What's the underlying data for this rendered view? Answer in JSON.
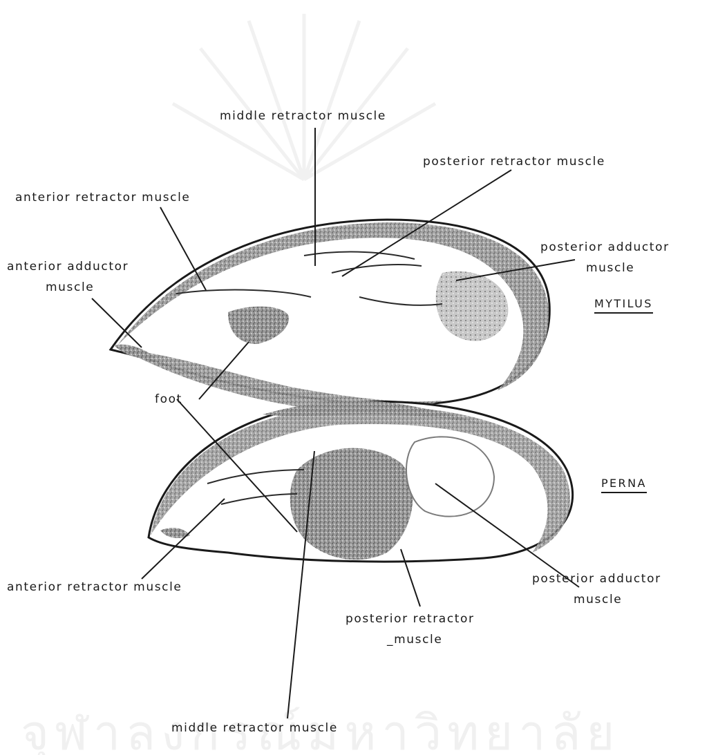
{
  "figure": {
    "species": {
      "upper": "MYTILUS",
      "lower": "PERNA"
    },
    "labels": {
      "mytilus_middle_retractor": "middle retractor muscle",
      "mytilus_posterior_retractor": "posterior retractor muscle",
      "mytilus_anterior_retractor": "anterior retractor muscle",
      "mytilus_posterior_adductor_1": "posterior adductor",
      "mytilus_posterior_adductor_2": "muscle",
      "mytilus_anterior_adductor_1": "anterior adductor",
      "mytilus_anterior_adductor_2": "muscle",
      "foot": "foot",
      "perna_anterior_retractor": "anterior retractor muscle",
      "perna_posterior_adductor_1": "posterior adductor",
      "perna_posterior_adductor_2": "muscle",
      "perna_posterior_retractor_1": "posterior retractor",
      "perna_posterior_retractor_2": "_muscle",
      "perna_middle_retractor": "middle retractor muscle"
    },
    "watermark": "จุฬาลงกรณ์มหาวิทยาลัย",
    "colors": {
      "ink": "#1a1a1a",
      "shell_shade": "#6f6f6f",
      "watermark": "#efefef"
    }
  }
}
